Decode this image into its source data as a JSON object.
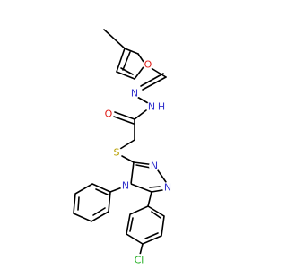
{
  "molecule": {
    "atom_labels": {
      "o_furan": "O",
      "n_imine": "N",
      "n_hydrazide": "N",
      "h_hydrazide": "H",
      "o_carbonyl": "O",
      "s_thioether": "S",
      "n_triazole_3": "N",
      "n_triazole_2": "N",
      "n_triazole_4": "N",
      "cl": "Cl"
    },
    "colors": {
      "bond": "#000000",
      "nitrogen": "#3333cc",
      "oxygen": "#e0201b",
      "sulfur": "#b8a000",
      "chlorine": "#1fad1f"
    }
  }
}
